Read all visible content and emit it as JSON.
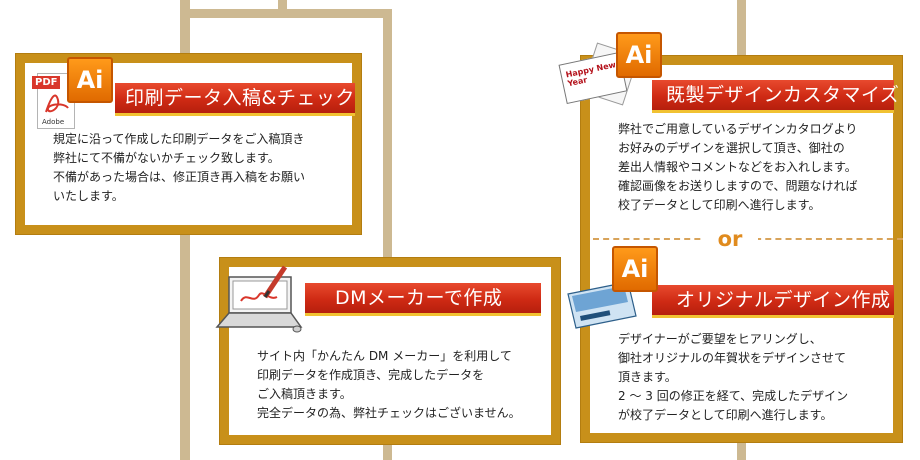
{
  "colors": {
    "frame": "#c8901a",
    "ribbon": "#d23316",
    "connector": "#cdb992",
    "accent_orange": "#e08b1e"
  },
  "panels": [
    {
      "id": "print-data-check",
      "title": "印刷データ入稿&チェック",
      "icon": "pdf-document-icon",
      "badge": "Ai",
      "pdf_tag": "PDF",
      "pdf_label": "Adobe",
      "body": "規定に沿って作成した印刷データをご入稿頂き\n弊社にて不備がないかチェック致します。\n不備があった場合は、修正頂き再入稿をお願い\nいたします。"
    },
    {
      "id": "dm-maker",
      "title": "DMメーカーで作成",
      "icon": "laptop-pen-icon",
      "body": "サイト内「かんたん DM メーカー」を利用して\n印刷データを作成頂き、完成したデータを\nご入稿頂きます。\n完全データの為、弊社チェックはございません。"
    },
    {
      "id": "customize-design",
      "title": "既製デザインカスタマイズ",
      "icon": "new-year-card-icon",
      "badge": "Ai",
      "card_text": "Happy New Year",
      "body": "弊社でご用意しているデザインカタログより\nお好みのデザインを選択して頂き、御社の\n差出人情報やコメントなどをお入れします。\n確認画像をお送りしますので、問題なければ\n校了データとして印刷へ進行します。",
      "separator": "or"
    },
    {
      "id": "original-design",
      "title": "オリジナルデザイン作成",
      "icon": "postcard-icon",
      "badge": "Ai",
      "body": "デザイナーがご要望をヒアリングし、\n御社オリジナルの年賀状をデザインさせて\n頂きます。\n2 ～ 3 回の修正を経て、完成したデザイン\nが校了データとして印刷へ進行します。"
    }
  ]
}
